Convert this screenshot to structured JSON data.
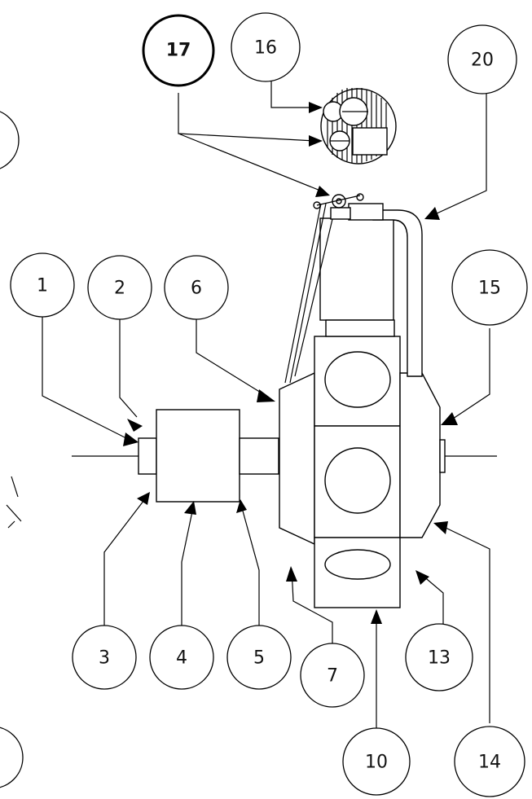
{
  "callouts": [
    {
      "id": "1",
      "label": "1"
    },
    {
      "id": "2",
      "label": "2"
    },
    {
      "id": "3",
      "label": "3"
    },
    {
      "id": "4",
      "label": "4"
    },
    {
      "id": "5",
      "label": "5"
    },
    {
      "id": "6",
      "label": "6"
    },
    {
      "id": "7",
      "label": "7"
    },
    {
      "id": "10",
      "label": "10"
    },
    {
      "id": "13",
      "label": "13"
    },
    {
      "id": "14",
      "label": "14"
    },
    {
      "id": "15",
      "label": "15"
    },
    {
      "id": "16",
      "label": "16"
    },
    {
      "id": "17",
      "label": "17"
    },
    {
      "id": "20",
      "label": "20"
    }
  ]
}
